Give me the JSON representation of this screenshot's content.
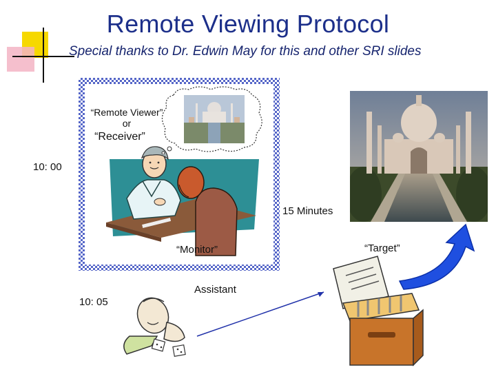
{
  "slide": {
    "title": "Remote Viewing Protocol",
    "subtitle": "Special thanks to Dr. Edwin May for this and other SRI slides"
  },
  "labels": {
    "remote_viewer": "“Remote Viewer”",
    "or": "or",
    "receiver": "“Receiver”",
    "time_start": "10: 00",
    "duration": "15 Minutes",
    "monitor": "“Monitor”",
    "target": "“Target”",
    "assistant": "Assistant",
    "time_assistant": "10: 05"
  },
  "colors": {
    "title": "#1c2f8a",
    "frame_border": "#2e3da8",
    "corner_yellow": "#f6d800",
    "corner_pink": "#f3b4c4",
    "arrow_blue": "#1f4fe0",
    "connector_line": "#2233aa"
  }
}
